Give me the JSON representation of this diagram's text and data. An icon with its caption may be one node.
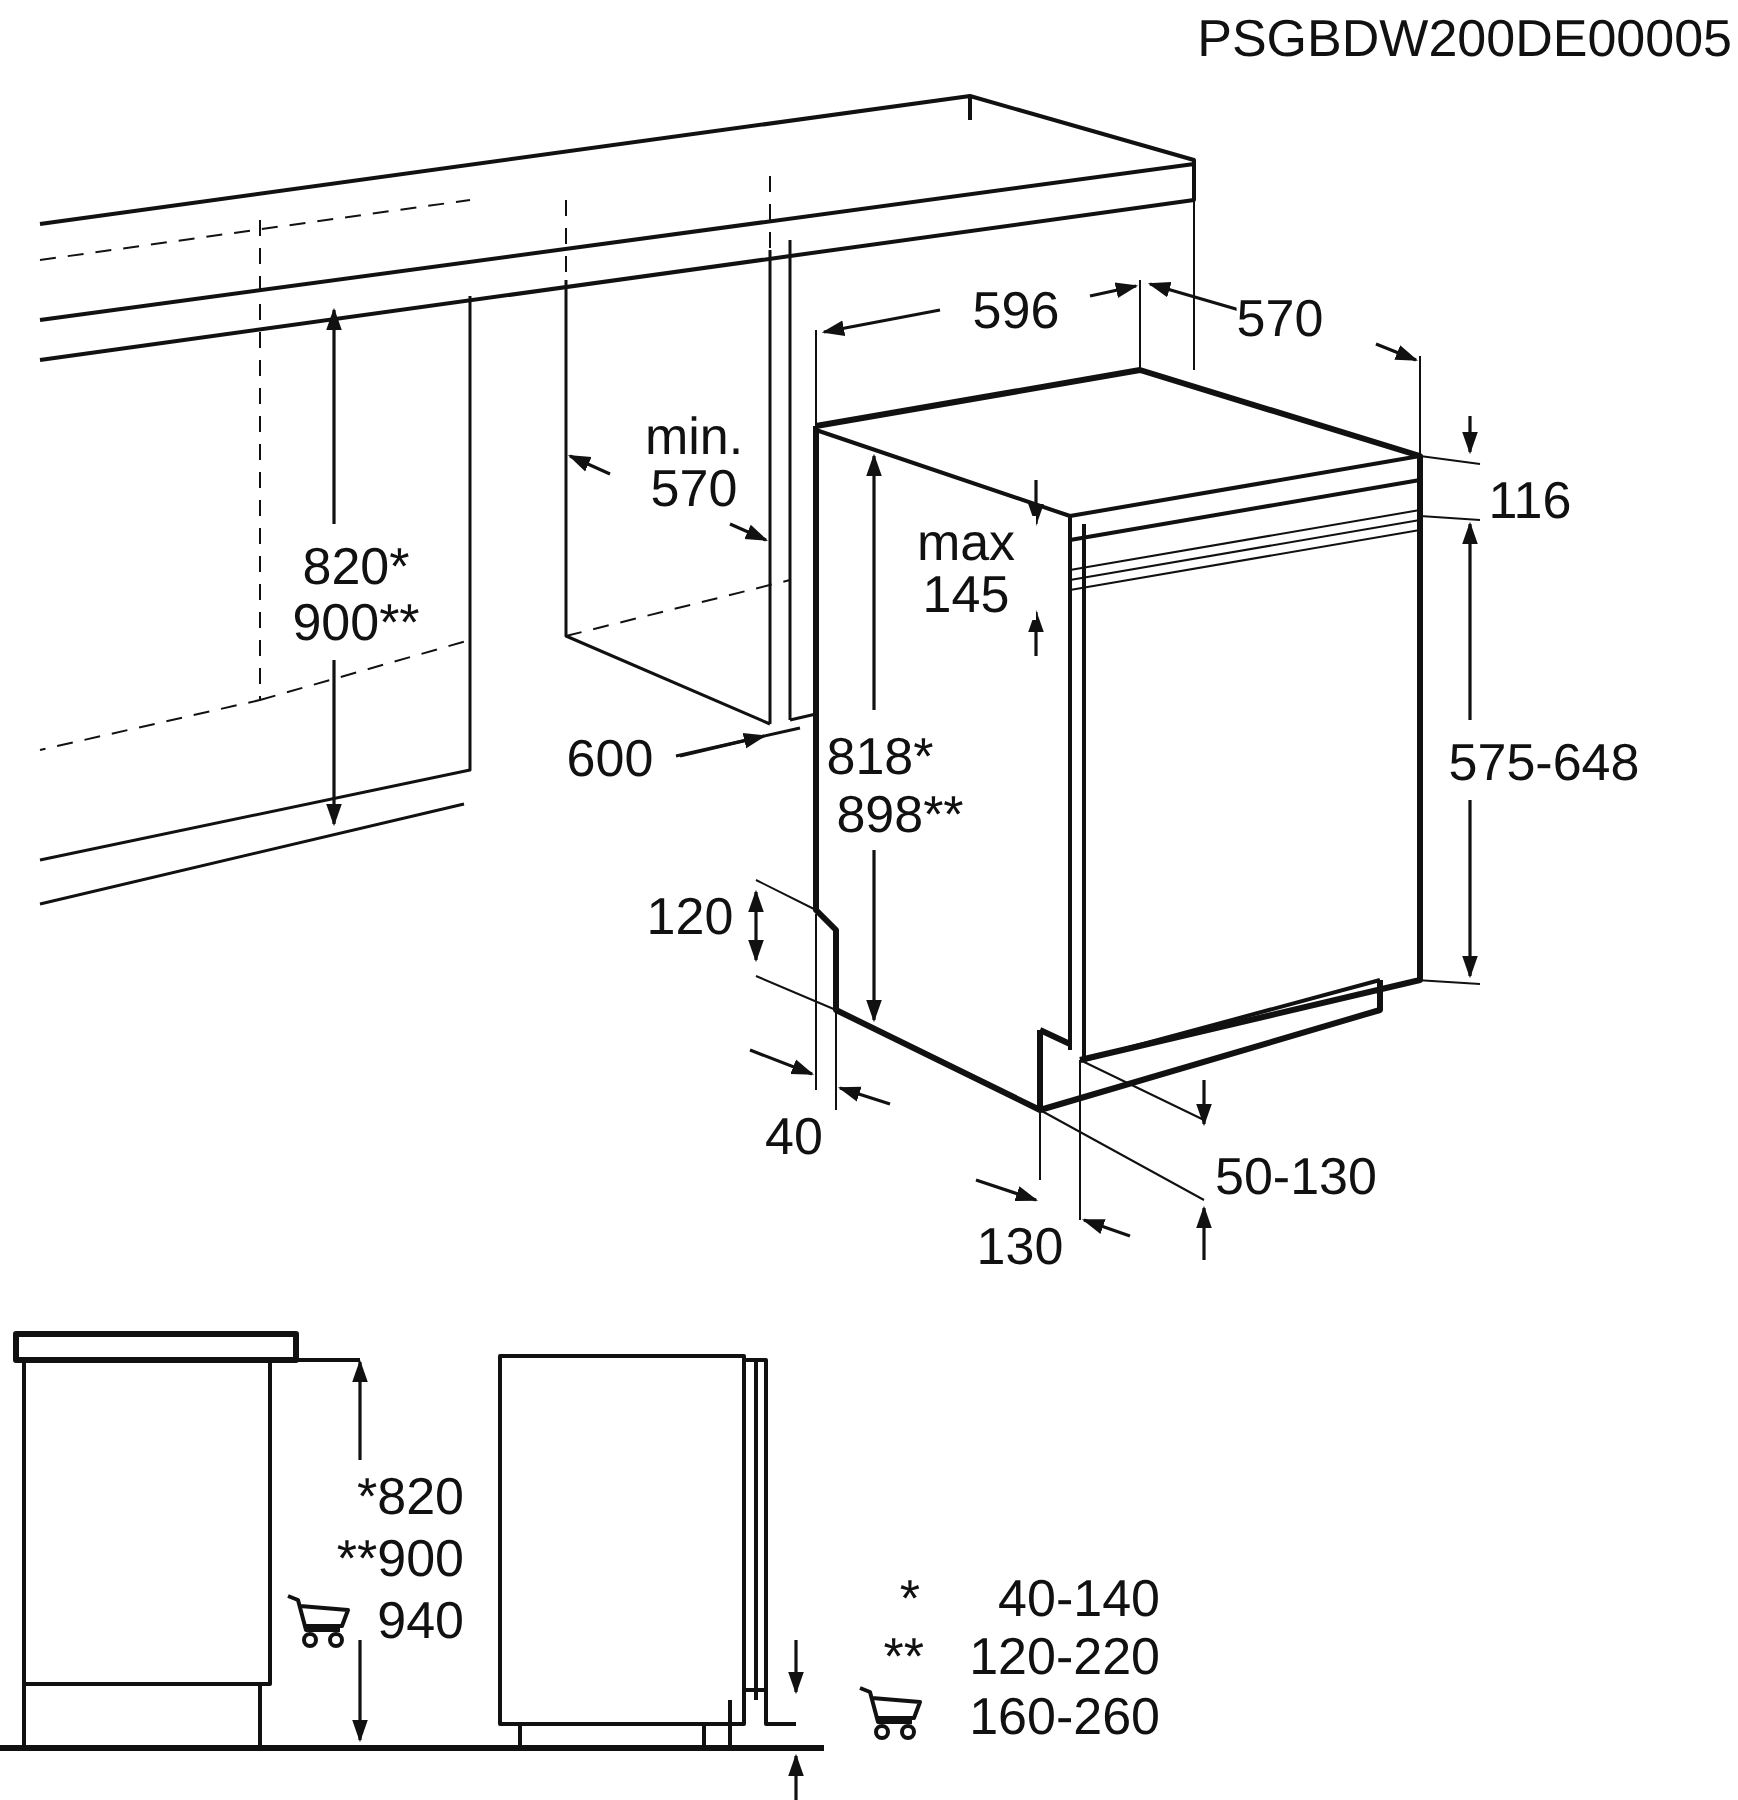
{
  "diagram": {
    "labels": [
      "PSGBDW200DE00005",
      "596",
      "570",
      "116",
      "min. 570",
      "max 145",
      "820*",
      "900**",
      "600",
      "818*",
      "898**",
      "575-648",
      "120",
      "40",
      "50-130",
      "130",
      "*820",
      "**900",
      "940",
      "*",
      "40-140",
      "**",
      "120-220",
      "160-260"
    ]
  }
}
